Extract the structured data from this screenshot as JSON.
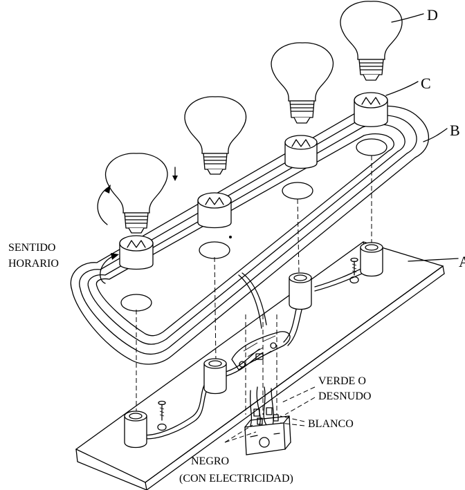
{
  "callouts": {
    "a": "A",
    "b": "B",
    "c": "C",
    "d": "D"
  },
  "labels": {
    "clockwise_line1": "SENTIDO",
    "clockwise_line2": "HORARIO",
    "ground_line1": "VERDE O",
    "ground_line2": "DESNUDO",
    "neutral": "BLANCO",
    "hot_line1": "NEGRO",
    "hot_line2": "(CON ELECTRICIDAD)"
  }
}
